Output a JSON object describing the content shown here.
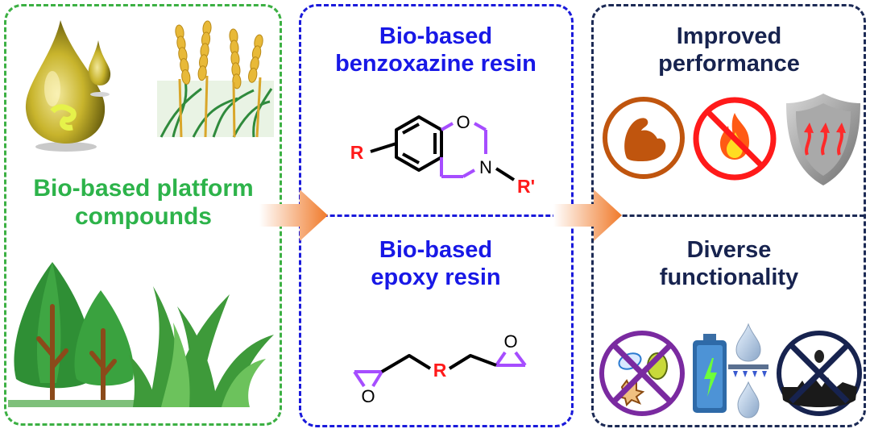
{
  "left_panel": {
    "title_line1": "Bio-based platform",
    "title_line2": "compounds"
  },
  "mid_panel": {
    "top_title_line1": "Bio-based",
    "top_title_line2": "benzoxazine resin",
    "bottom_title_line1": "Bio-based",
    "bottom_title_line2": "epoxy resin",
    "benzoxazine_labels": {
      "r": "R",
      "o": "O",
      "n": "N",
      "r_prime": "R'"
    },
    "epoxy_labels": {
      "r": "R",
      "o_left": "O",
      "o_right": "O"
    }
  },
  "right_panel": {
    "top_title_line1": "Improved",
    "top_title_line2": "performance",
    "bottom_title_line1": "Diverse",
    "bottom_title_line2": "functionality"
  },
  "colors": {
    "green": "#2db34a",
    "blue": "#1818e6",
    "navy": "#17234f",
    "purple": "#a64dff",
    "red": "#ff1a1a",
    "orange_arrow": "#f07a2a"
  }
}
